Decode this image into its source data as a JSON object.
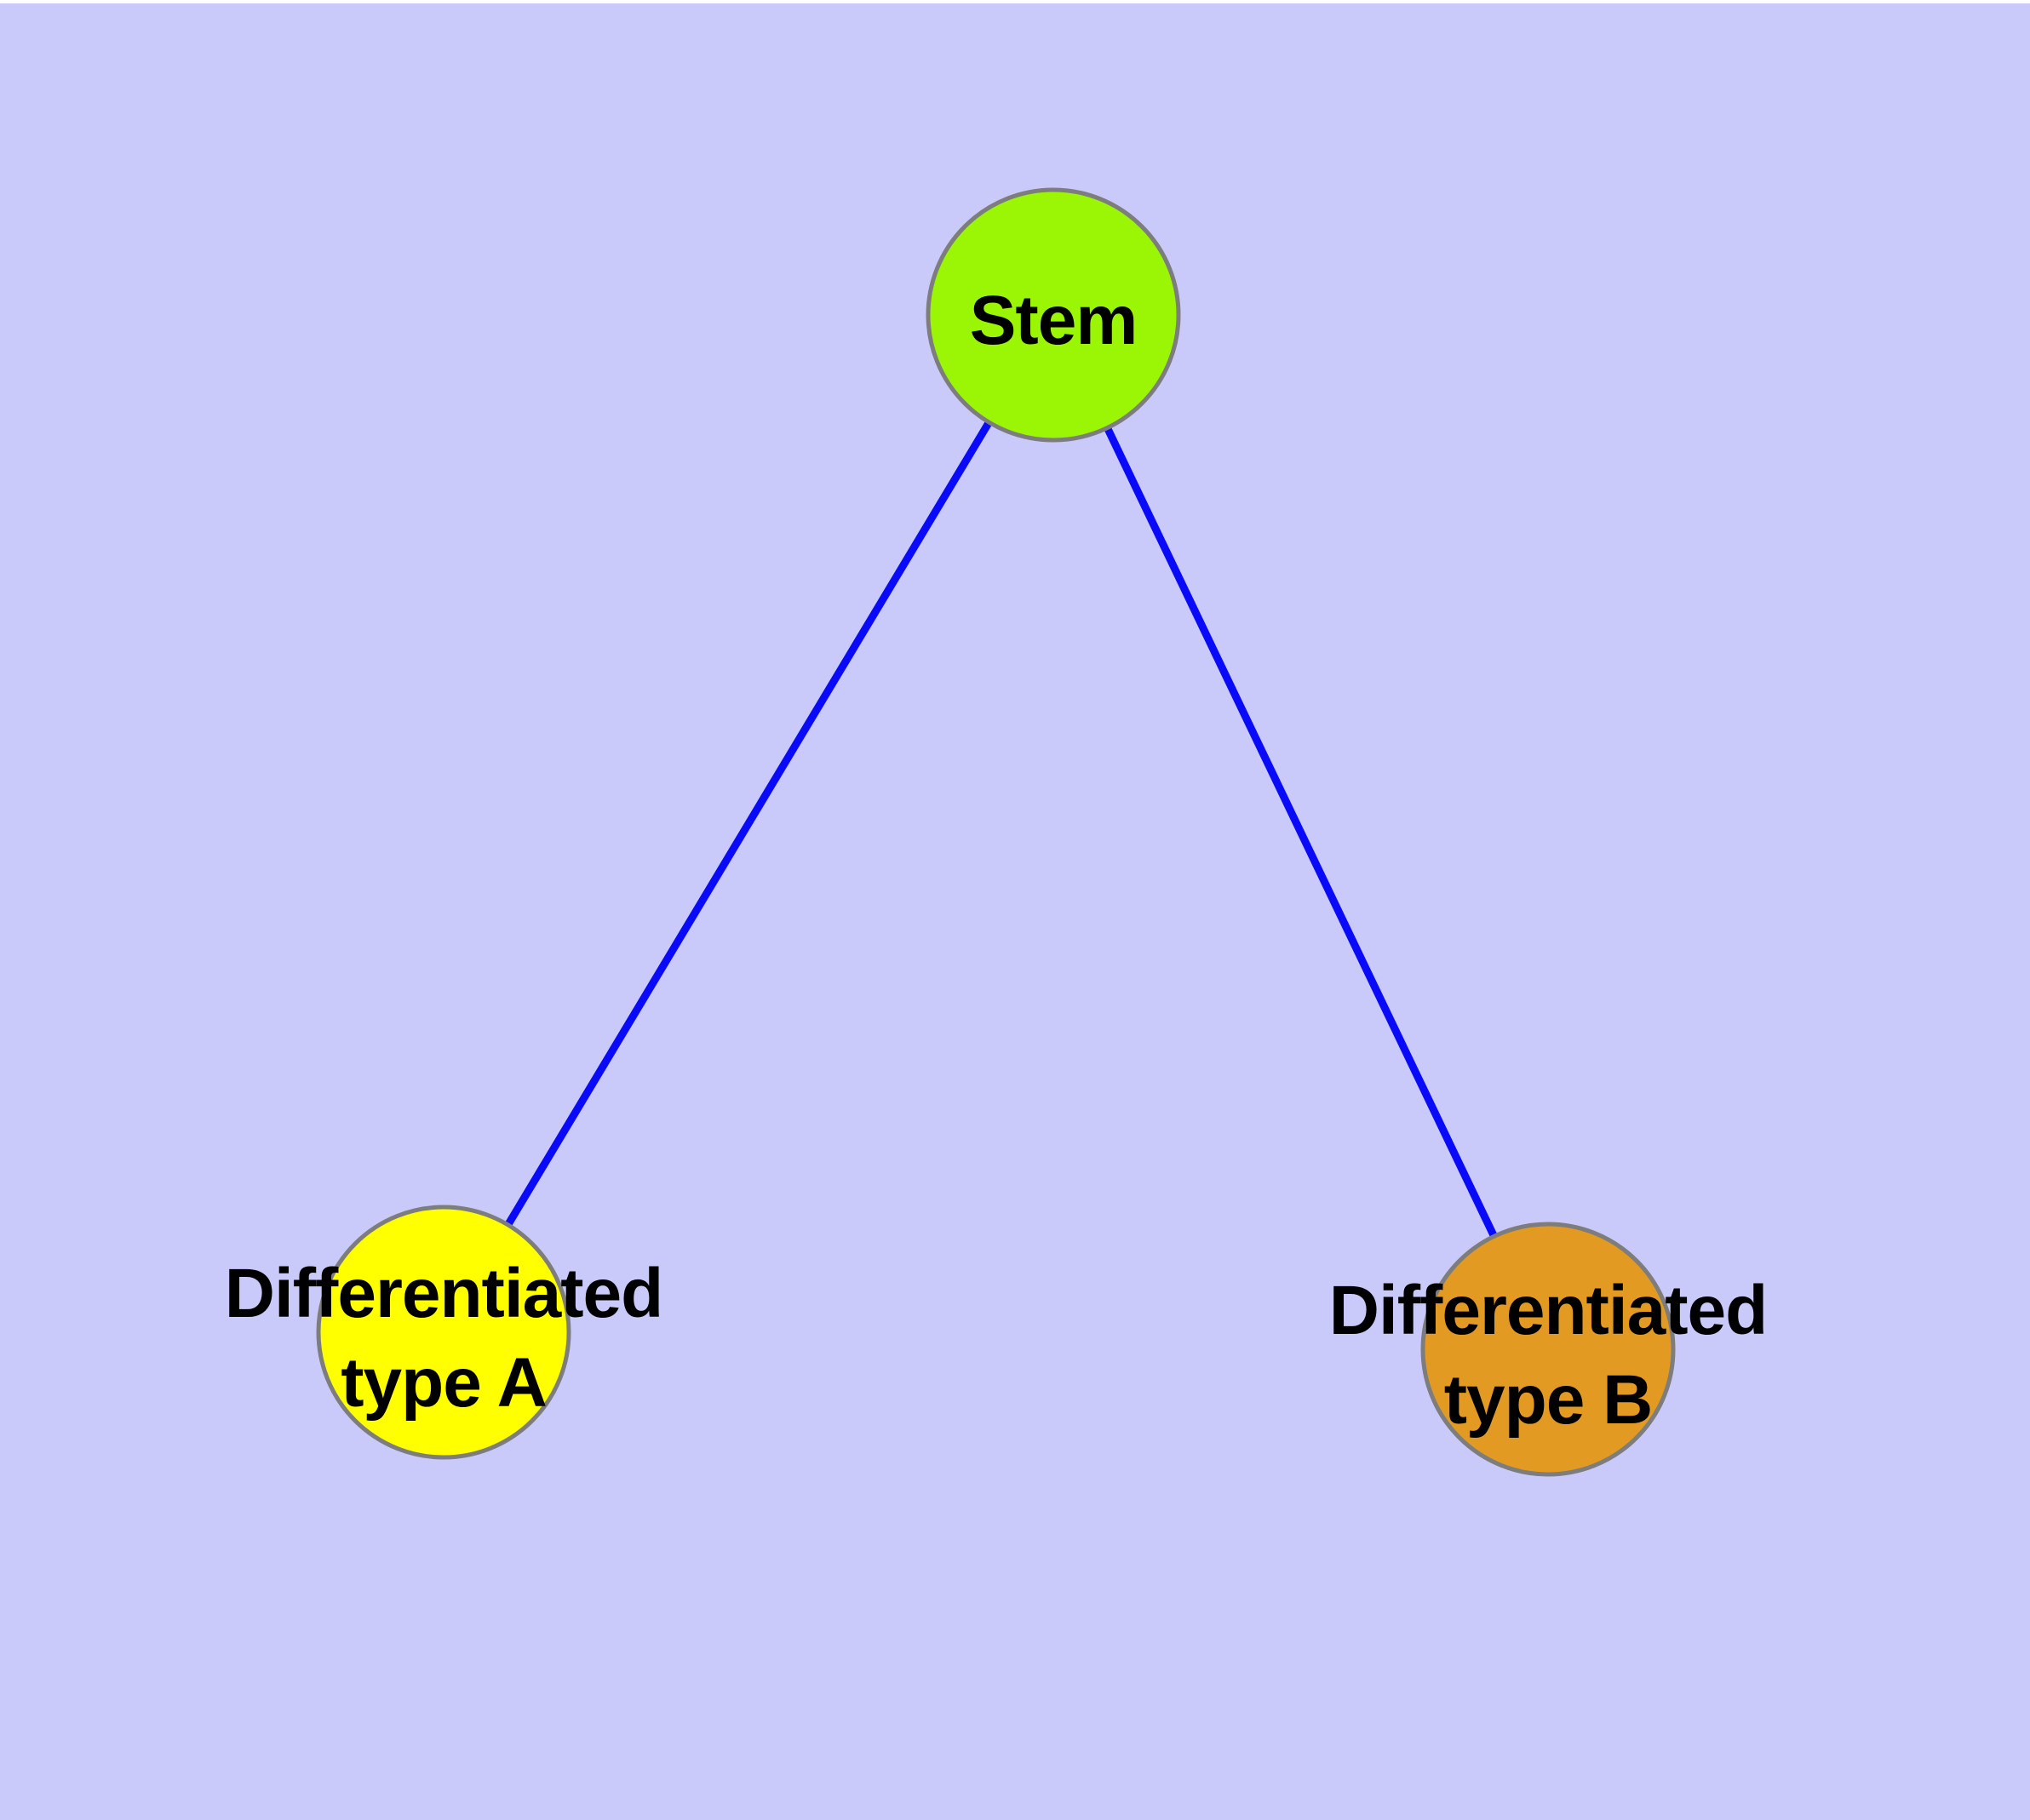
{
  "canvas": {
    "width": "2384",
    "height": "2138",
    "background": "#cacafa",
    "top_strip_color": "#ffffff"
  },
  "diagram": {
    "type": "graph",
    "edge_color": "#0a0afa",
    "edge_width": "9",
    "node_border_color": "#7d7d7d",
    "node_border_width": "5",
    "text_color": "#000000",
    "nodes": [
      {
        "id": "stem",
        "label": "Stem",
        "label_line1": "Stem",
        "label_line2": "",
        "fill": "#9af604"
      },
      {
        "id": "differentiated-type-a",
        "label": "Differentiated type A",
        "label_line1": "Differentiated",
        "label_line2": "type A",
        "fill": "#ffff00"
      },
      {
        "id": "differentiated-type-b",
        "label": "Differentiated type B",
        "label_line1": "Differentiated",
        "label_line2": "type B",
        "fill": "#e29a23"
      }
    ],
    "edges": [
      {
        "from": "Stem",
        "to": "Differentiated type A"
      },
      {
        "from": "Stem",
        "to": "Differentiated type B"
      }
    ]
  }
}
